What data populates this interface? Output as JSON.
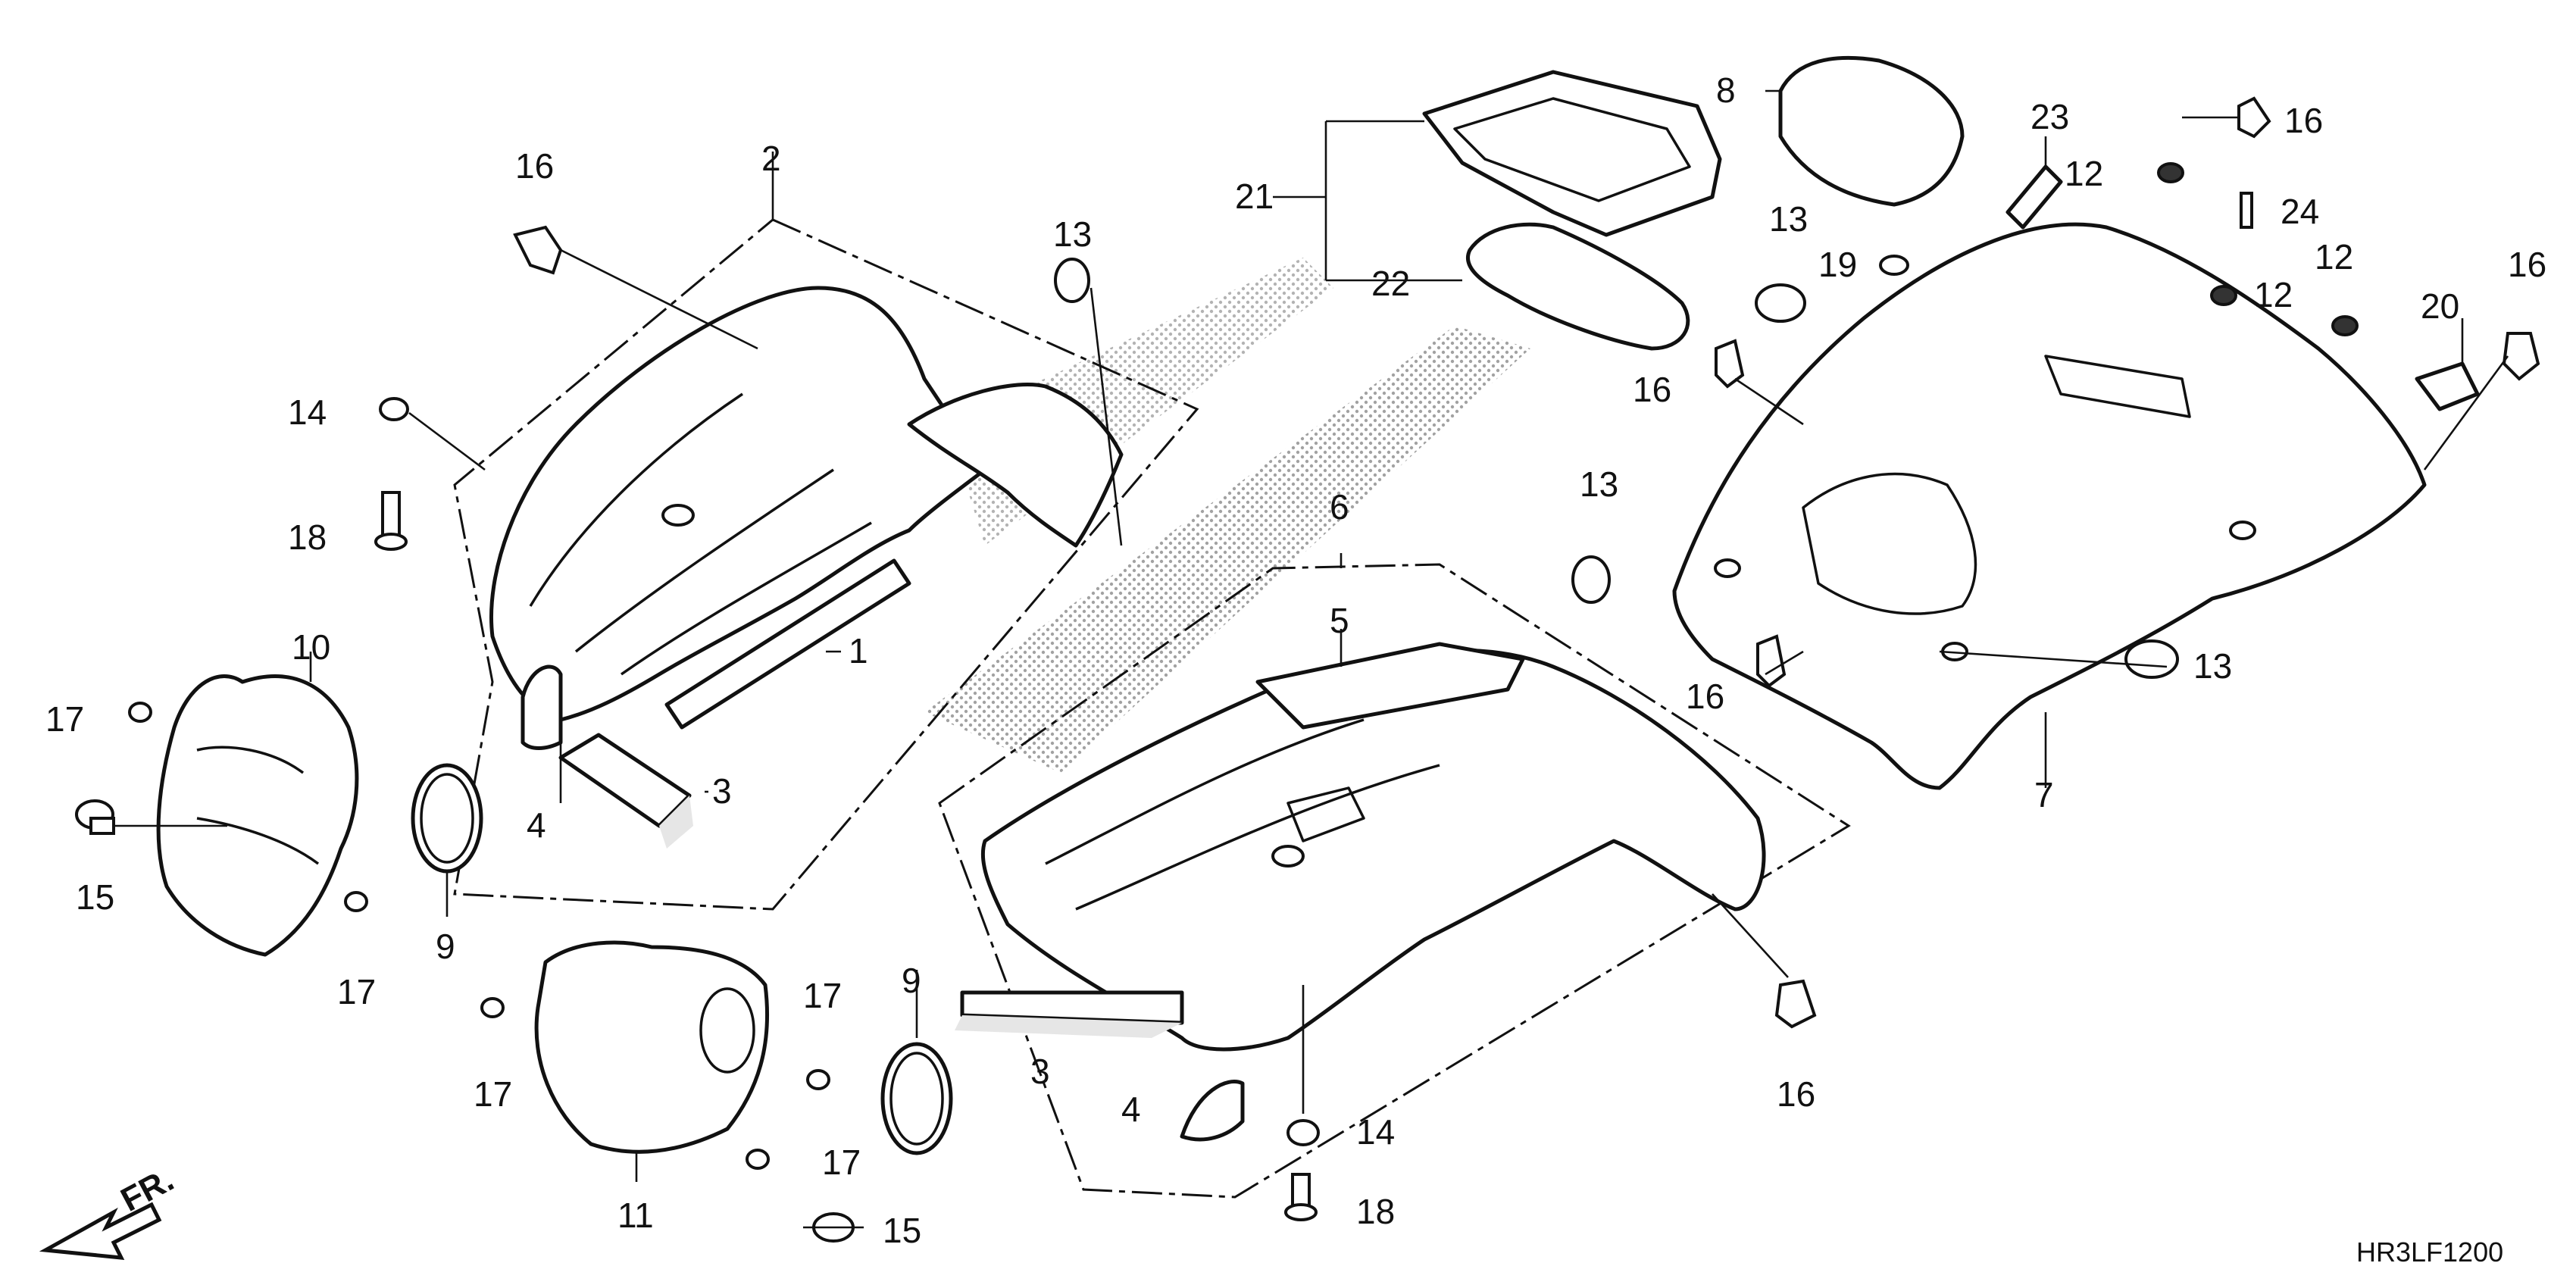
{
  "diagram": {
    "reference_code": "HR3LF1200",
    "orientation_label": "FR."
  },
  "callouts": {
    "c1": "1",
    "c2": "2",
    "c3a": "3",
    "c3b": "3",
    "c4a": "4",
    "c4b": "4",
    "c5": "5",
    "c6": "6",
    "c7": "7",
    "c8": "8",
    "c9a": "9",
    "c9b": "9",
    "c10": "10",
    "c11": "11",
    "c12a": "12",
    "c12b": "12",
    "c12c": "12",
    "c13a": "13",
    "c13b": "13",
    "c13c": "13",
    "c13d": "13",
    "c14a": "14",
    "c14b": "14",
    "c15a": "15",
    "c15b": "15",
    "c16a": "16",
    "c16b": "16",
    "c16c": "16",
    "c16d": "16",
    "c16e": "16",
    "c16f": "16",
    "c17a": "17",
    "c17b": "17",
    "c17c": "17",
    "c17d": "17",
    "c17e": "17",
    "c18a": "18",
    "c18b": "18",
    "c19": "19",
    "c20": "20",
    "c21": "21",
    "c22": "22",
    "c23": "23",
    "c24": "24"
  }
}
